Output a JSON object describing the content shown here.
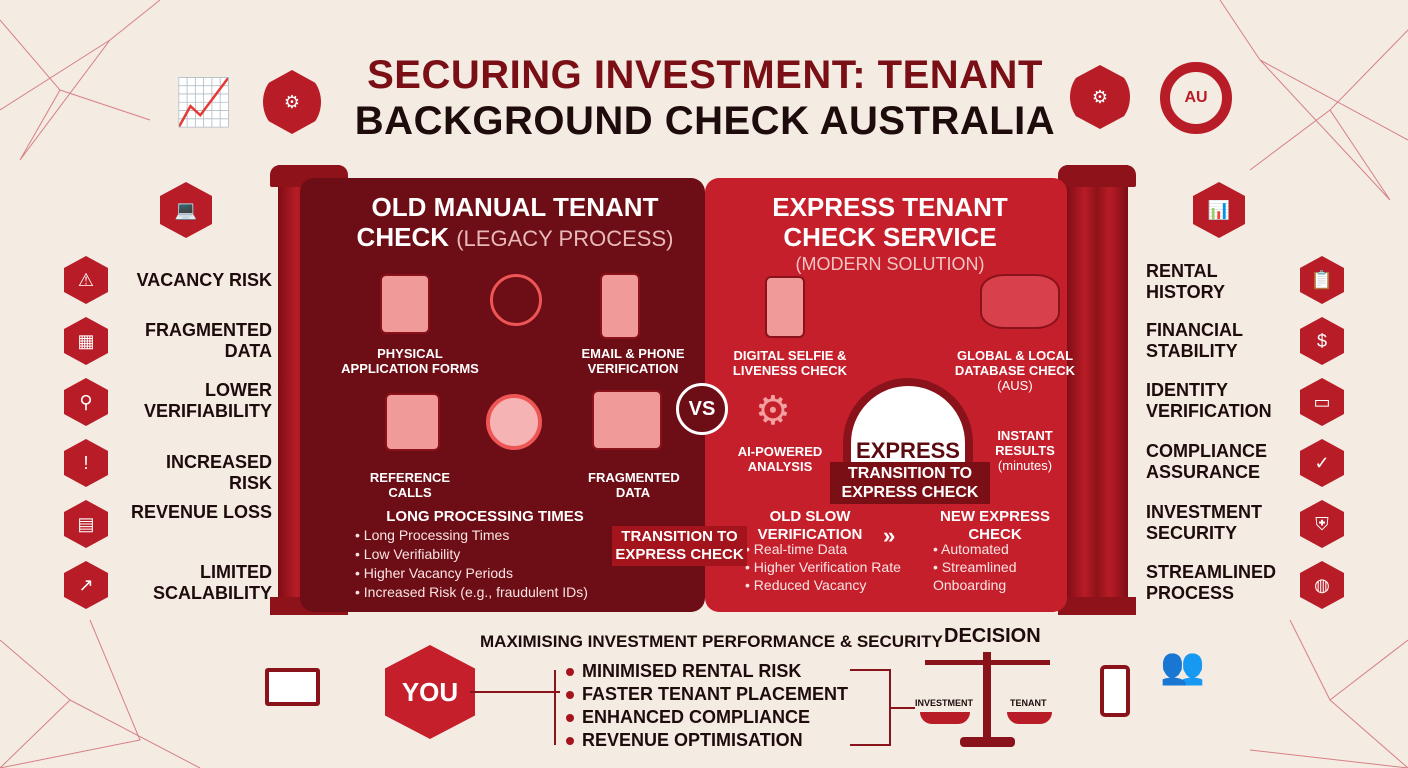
{
  "title": {
    "line1": "SECURING INVESTMENT: TENANT",
    "line2": "BACKGROUND CHECK AUSTRALIA"
  },
  "colors": {
    "dark_red": "#6d0d16",
    "bright_red": "#c61f2c",
    "background": "#f4ebe3"
  },
  "old": {
    "heading": "OLD MANUAL TENANT",
    "heading2": "CHECK",
    "sub": "(LEGACY PROCESS)",
    "steps": [
      {
        "label": "PHYSICAL APPLICATION FORMS",
        "icon": "document-icon"
      },
      {
        "label": "EMAIL & PHONE VERIFICATION",
        "icon": "phone-mail-icon"
      },
      {
        "label": "REFERENCE CALLS",
        "icon": "phone-notepad-icon"
      },
      {
        "label": "FRAGMENTED DATA",
        "icon": "folders-icon"
      }
    ],
    "summary_title": "LONG PROCESSING TIMES",
    "bullets": [
      "Long Processing Times",
      "Low Verifiability",
      "Higher Vacancy Periods",
      "Increased Risk (e.g., fraudulent IDs)"
    ]
  },
  "vs": "VS",
  "express": {
    "heading": "EXPRESS TENANT",
    "heading2": "CHECK SERVICE",
    "sub": "(MODERN SOLUTION)",
    "steps": [
      {
        "label": "DIGITAL SELFIE & LIVENESS CHECK"
      },
      {
        "label": "GLOBAL & LOCAL DATABASE CHECK",
        "sub": "(AUS)"
      },
      {
        "label": "AI-POWERED ANALYSIS"
      },
      {
        "label": "INSTANT RESULTS",
        "sub": "(minutes)"
      }
    ],
    "gauge_label": "EXPRESS",
    "transition": "TRANSITION TO EXPRESS CHECK",
    "old_title": "OLD SLOW VERIFICATION",
    "old_bullets": [
      "Real-time Data",
      "Higher Verification Rate",
      "Reduced Vacancy"
    ],
    "new_title": "NEW EXPRESS CHECK",
    "new_bullets": [
      "Automated",
      "Streamlined Onboarding"
    ]
  },
  "transition_left": "TRANSITION TO EXPRESS CHECK",
  "left_items": [
    {
      "label": "VACANCY RISK",
      "icon": "warning-icon"
    },
    {
      "label": "FRAGMENTED DATA",
      "icon": "blocks-icon"
    },
    {
      "label": "LOWER VERIFIABILITY",
      "icon": "search-user-icon"
    },
    {
      "label": "INCREASED RISK",
      "icon": "alert-icon"
    },
    {
      "label": "REVENUE LOSS",
      "icon": "document-loss-icon"
    },
    {
      "label": "LIMITED SCALABILITY",
      "icon": "chart-icon"
    }
  ],
  "right_items": [
    {
      "label": "RENTAL HISTORY",
      "icon": "clipboard-icon"
    },
    {
      "label": "FINANCIAL STABILITY",
      "icon": "dollar-hand-icon"
    },
    {
      "label": "IDENTITY VERIFICATION",
      "icon": "id-card-icon"
    },
    {
      "label": "COMPLIANCE ASSURANCE",
      "icon": "shield-check-icon"
    },
    {
      "label": "INVESTMENT SECURITY",
      "icon": "shield-icon"
    },
    {
      "label": "STREAMLINED PROCESS",
      "icon": "globe-icon"
    }
  ],
  "bottom": {
    "you": "YOU",
    "headline": "MAXIMISING INVESTMENT PERFORMANCE & SECURITY",
    "benefits": [
      "MINIMISED RENTAL RISK",
      "FASTER TENANT PLACEMENT",
      "ENHANCED COMPLIANCE",
      "REVENUE OPTIMISATION"
    ],
    "decision": "DECISION",
    "scale_left": "INVESTMENT",
    "scale_right": "TENANT"
  },
  "au_badge": "AU"
}
